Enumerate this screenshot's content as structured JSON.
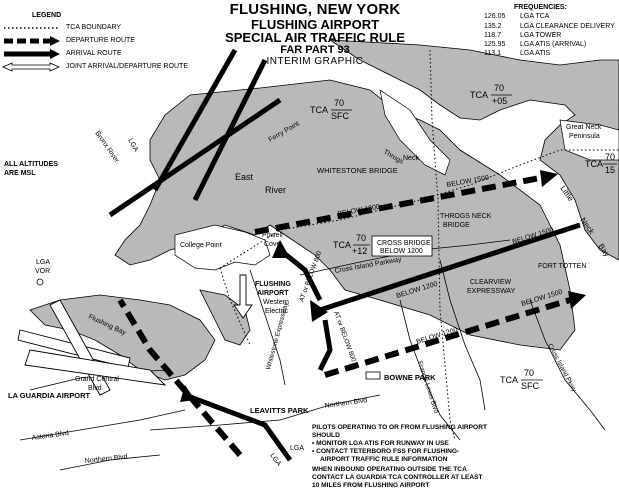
{
  "title": {
    "line1": "FLUSHING, NEW YORK",
    "line2": "FLUSHING AIRPORT",
    "line3": "SPECIAL AIR TRAFFIC RULE",
    "line4": "FAR PART 93",
    "line5": "INTERIM GRAPHIC"
  },
  "legend": {
    "title": "LEGEND",
    "items": [
      {
        "symbol": "tca-boundary",
        "label": "TCA BOUNDARY"
      },
      {
        "symbol": "departure-route",
        "label": "DEPARTURE ROUTE"
      },
      {
        "symbol": "arrival-route",
        "label": "ARRIVAL ROUTE"
      },
      {
        "symbol": "joint-route",
        "label": "JOINT ARRIVAL/DEPARTURE ROUTE"
      }
    ]
  },
  "frequencies": {
    "title": "FREQUENCIES:",
    "items": [
      {
        "freq": "126.05",
        "name": "LGA TCA"
      },
      {
        "freq": "135.2",
        "name": "LGA CLEARANCE DELIVERY"
      },
      {
        "freq": "118.7",
        "name": "LGA TOWER"
      },
      {
        "freq": "125.95",
        "name": "LGA ATIS (ARRIVAL)"
      },
      {
        "freq": "113.1",
        "name": "LGA ATIS"
      }
    ]
  },
  "altitude_note": {
    "line1": "ALL ALTITUDES",
    "line2": "ARE MSL"
  },
  "tca_labels": {
    "tca1": {
      "name": "TCA",
      "top": "70",
      "bottom": "SFC"
    },
    "tca2": {
      "name": "TCA",
      "top": "70",
      "bottom": "+05"
    },
    "tca3": {
      "name": "TCA",
      "top": "70",
      "bottom": "15"
    },
    "tca4": {
      "name": "TCA",
      "top": "70",
      "bottom": "+12"
    },
    "tca5": {
      "name": "TCA",
      "top": "70",
      "bottom": "SFC"
    }
  },
  "places": {
    "ferry_point": "Ferry Point",
    "throgs_neck": "Throgs",
    "throgs_neck2": "Neck",
    "bronx_river": "Bronx River",
    "lga1": "LGA",
    "lga2": "LGA",
    "east_river": "East",
    "east_river2": "River",
    "whitestone_bridge": "WHITESTONE BRIDGE",
    "great_neck": "Great Neck",
    "great_neck2": "Peninsula",
    "little_neck_bay1": "Little",
    "little_neck_bay2": "Neck",
    "little_neck_bay3": "Bay",
    "throgs_neck_bridge1": "THROGS NECK",
    "throgs_neck_bridge2": "BRIDGE",
    "college_point": "College Point",
    "powell_cove1": "Powell",
    "powell_cove2": "Cove",
    "lga_vor1": "LGA",
    "lga_vor2": "VOR",
    "flushing_airport1": "FLUSHING",
    "flushing_airport2": "AIRPORT",
    "western_electric1": "Western",
    "western_electric2": "Electric",
    "cross_island_pkwy": "Cross Island Parkway",
    "cross_island_pkwy2": "Cross Island Pkwy",
    "fort_totten": "FORT TOTTEN",
    "clearview1": "CLEARVIEW",
    "clearview2": "EXPRESSWAY",
    "flushing_bay": "Flushing Bay",
    "whitestone_expwy": "Whitestone Expressway",
    "la_guardia": "LA GUARDIA AIRPORT",
    "grand_central1": "Grand Central",
    "grand_central2": "Blvd",
    "astoria": "Astoria Blvd",
    "northern1": "Northern Blvd",
    "northern2": "Northern Blvd",
    "bowne_park": "BOWNE PARK",
    "leavitts_park": "LEAVITTS PARK",
    "francis_lewis": "Francis Lewis Blvd",
    "lga3": "LGA"
  },
  "route_labels": {
    "below1500_a": "BELOW 1500",
    "below1500_b": "BELOW 1500",
    "below1500_c": "BELOW 1500",
    "below1200_a": "BELOW 1200",
    "below1200_b": "BELOW 1200",
    "below1200_c": "BELOW 1200",
    "at_or_below_800a": "AT or BELOW 800",
    "at_or_below_800b": "AT or BELOW 800",
    "cross_bridge1": "CROSS BRIDGE",
    "cross_bridge2": "BELOW 1200"
  },
  "notes": {
    "line1": "PILOTS OPERATING TO OR FROM FLUSHING AIRPORT SHOULD",
    "line2": "• MONITOR LGA ATIS FOR RUNWAY IN USE",
    "line3": "• CONTACT TETERBORO FSS FOR FLUSHING-",
    "line4": "AIRPORT TRAFFIC RULE INFORMATION",
    "line5": "WHEN INBOUND OPERATING OUTSIDE THE TCA",
    "line6": "CONTACT LA GUARDIA TCA CONTROLLER AT LEAST",
    "line7": "10 MILES FROM FLUSHING AIRPORT"
  },
  "colors": {
    "water": "#b9b9b9",
    "land": "#ffffff",
    "ink": "#000000"
  }
}
